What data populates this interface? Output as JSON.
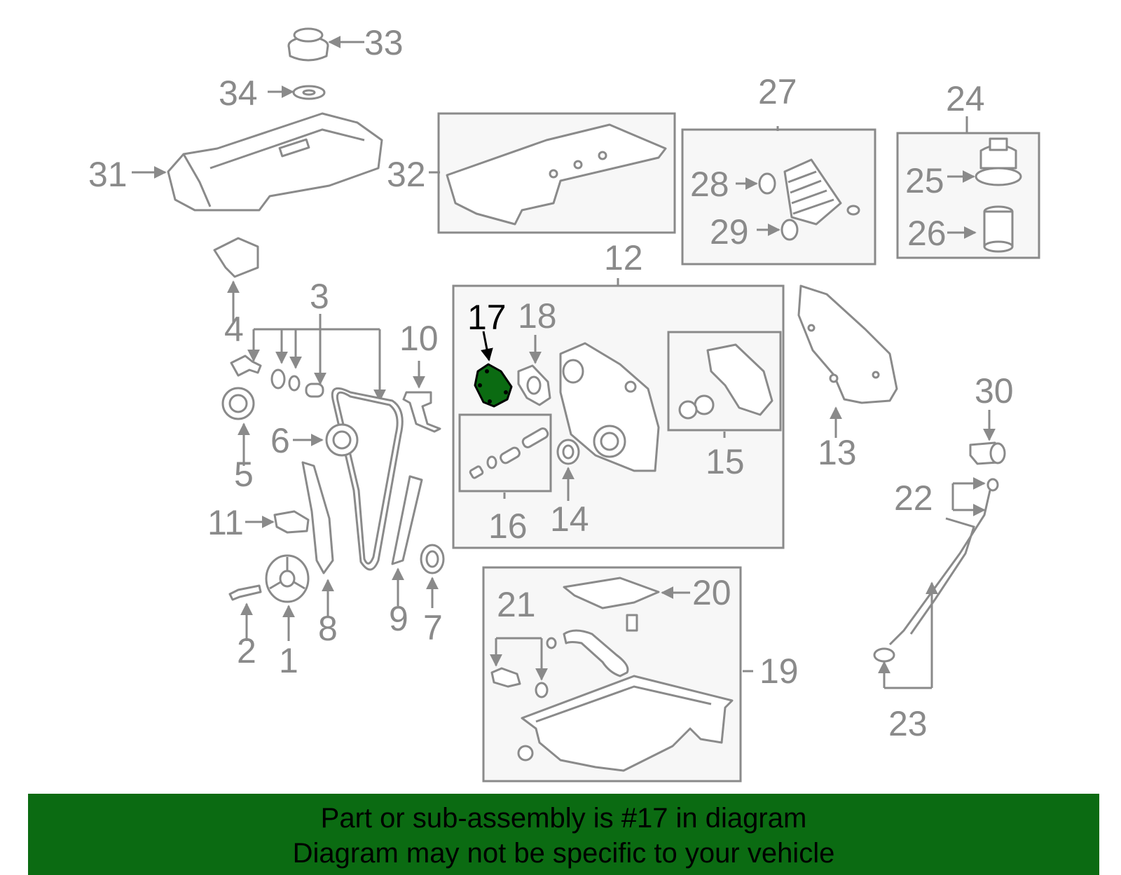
{
  "diagram": {
    "highlight_part": "17",
    "highlight_color": "#0b6b12",
    "line_color": "#8a8a8a",
    "callouts": [
      "33",
      "34",
      "31",
      "32",
      "27",
      "28",
      "29",
      "24",
      "25",
      "26",
      "4",
      "3",
      "10",
      "12",
      "17",
      "18",
      "30",
      "5",
      "6",
      "15",
      "13",
      "11",
      "16",
      "14",
      "22",
      "1",
      "2",
      "8",
      "9",
      "7",
      "21",
      "20",
      "19",
      "23"
    ]
  },
  "banner": {
    "line1": "Part or sub-assembly is #17 in diagram",
    "line2": "Diagram may not be specific to your vehicle",
    "background": "#0b6b12"
  }
}
